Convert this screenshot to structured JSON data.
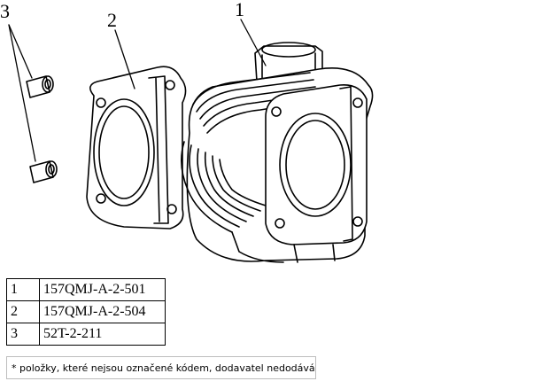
{
  "callouts": [
    "1",
    "2",
    "3"
  ],
  "parts": [
    {
      "num": "1",
      "code": "157QMJ-A-2-501"
    },
    {
      "num": "2",
      "code": "157QMJ-A-2-504"
    },
    {
      "num": "3",
      "code": "52T-2-211"
    }
  ],
  "footnote": "* položky, které nejsou označené kódem, dodavatel nedodává"
}
